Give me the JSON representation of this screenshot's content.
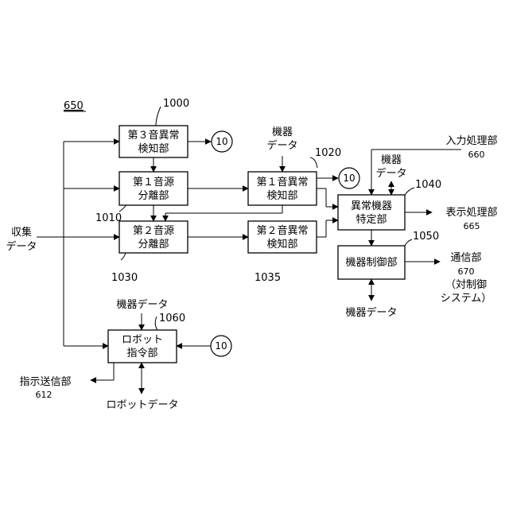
{
  "figure_id": "650",
  "blocks": {
    "third_sound_detector": {
      "ref": "1000",
      "line1": "第３音異常",
      "line2": "検知部"
    },
    "first_source_separator": {
      "ref": "1010",
      "line1": "第１音源",
      "line2": "分離部"
    },
    "second_source_separator": {
      "ref": "1030",
      "line1": "第２音源",
      "line2": "分離部"
    },
    "first_sound_detector": {
      "ref": "1020",
      "line1": "第１音異常",
      "line2": "検知部"
    },
    "second_sound_detector": {
      "ref": "1035",
      "line1": "第２音異常",
      "line2": "検知部"
    },
    "anomaly_identifier": {
      "ref": "1040",
      "line1": "異常機器",
      "line2": "特定部"
    },
    "device_controller": {
      "ref": "1050",
      "line1": "機器制御部"
    },
    "robot_commander": {
      "ref": "1060",
      "line1": "ロボット",
      "line2": "指令部"
    }
  },
  "connectors": {
    "top": "10",
    "middle": "10",
    "bottom": "10"
  },
  "labels": {
    "collected_data": {
      "line1": "収集",
      "line2": "データ"
    },
    "device_data_top": {
      "line1": "機器",
      "line2": "データ"
    },
    "device_data_mid": {
      "line1": "機器",
      "line2": "データ"
    },
    "device_data_bottom": "機器データ",
    "device_data_robot": "機器データ",
    "robot_data": "ロボットデータ",
    "input_processing": {
      "line1": "入力処理部",
      "ref": "660"
    },
    "display_processing": {
      "line1": "表示処理部",
      "ref": "665"
    },
    "communication": {
      "line1": "通信部",
      "ref": "670",
      "line2": "（対制御",
      "line3": "システム）"
    },
    "instruction_sender": {
      "line1": "指示送信部",
      "ref": "612"
    }
  }
}
